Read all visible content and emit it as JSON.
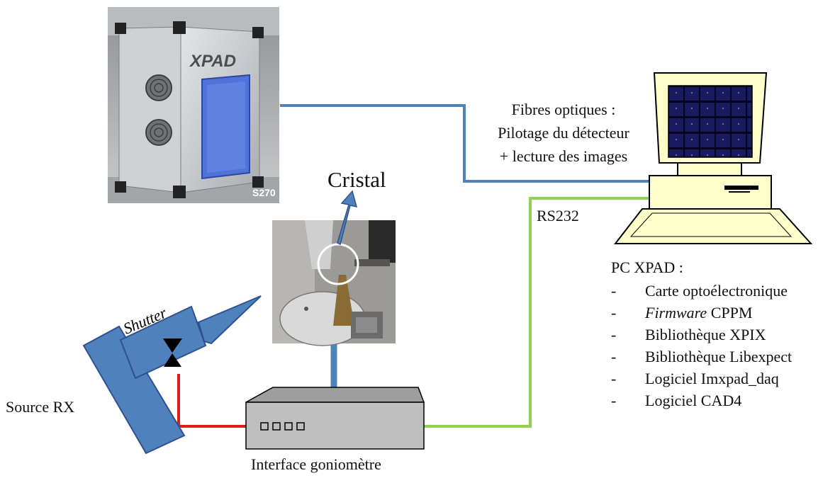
{
  "labels": {
    "fibre_line1": "Fibres optiques :",
    "fibre_line2": "Pilotage du détecteur",
    "fibre_line3": "+ lecture des images",
    "cristal": "Cristal",
    "rs232": "RS232",
    "source": "Source RX",
    "shutter": "Shutter",
    "interface": "Interface goniomètre",
    "detector_brand": "XPAD",
    "detector_model": "S270"
  },
  "pc": {
    "title": "PC XPAD  :",
    "items": [
      {
        "dash": "-",
        "em": "",
        "text": "Carte optoélectronique"
      },
      {
        "dash": "-",
        "em": "Firmware",
        "text": " CPPM"
      },
      {
        "dash": "-",
        "em": "",
        "text": "Bibliothèque XPIX"
      },
      {
        "dash": "-",
        "em": "",
        "text": "Bibliothèque Libexpect"
      },
      {
        "dash": "-",
        "em": "",
        "text": "Logiciel Imxpad_daq"
      },
      {
        "dash": "-",
        "em": "",
        "text": "Logiciel CAD4"
      }
    ]
  },
  "colors": {
    "fiber_link": "#4f81bd",
    "rs232_link": "#92d050",
    "shutter_link": "#e31a1c",
    "source_fill": "#4f81bd",
    "source_stroke": "#2f528f",
    "interface_fill": "#bfbfbf",
    "monitor_fill": "#ffffcc",
    "screen_fill": "#1a1a5e"
  },
  "icons": {
    "detector": "xpad-detector-photo-icon",
    "pc": "desktop-computer-icon",
    "goniometer": "goniometer-photo-icon",
    "source": "xray-source-icon"
  }
}
